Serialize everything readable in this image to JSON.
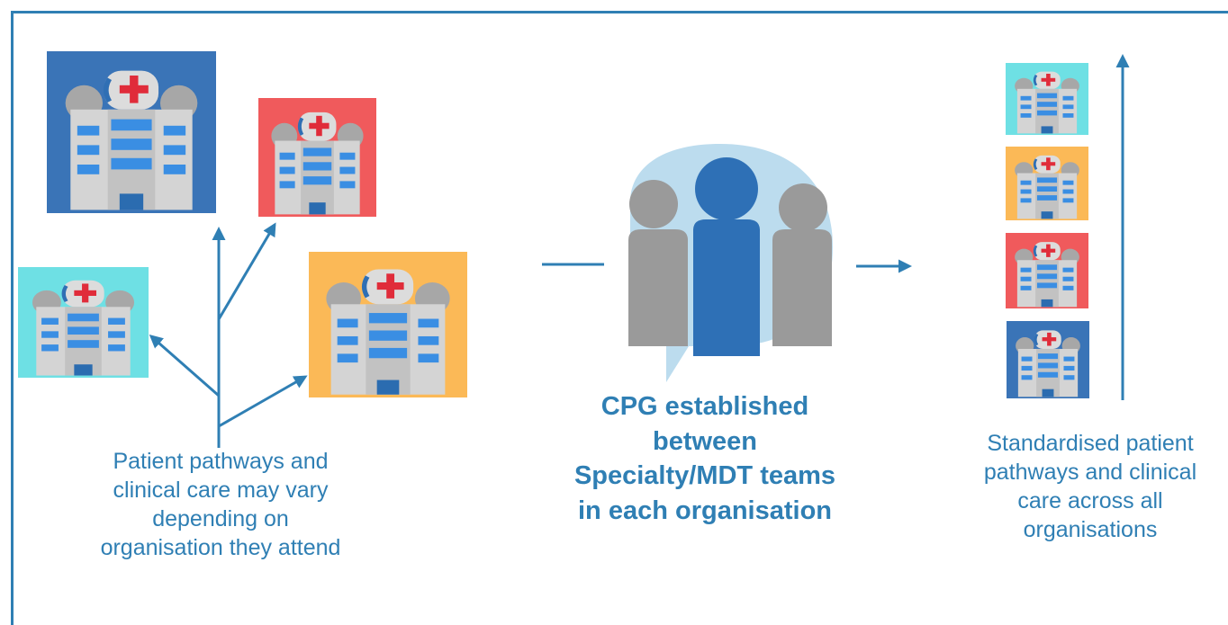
{
  "left": {
    "caption": "Patient pathways and\nclinical care may vary\ndepending on\norganisation they attend"
  },
  "center": {
    "caption": "CPG established\nbetween\nSpecialty/MDT teams\nin each organisation"
  },
  "right": {
    "caption": "Standardised patient\npathways and clinical\ncare across all\norganisations"
  },
  "colors": {
    "accent": "#2f7fb4",
    "blue_bg": "#3a74b7",
    "red_bg": "#f05a5c",
    "orange_bg": "#fbb957",
    "cyan_bg": "#6ee0e4",
    "people_grey": "#9a9a9a",
    "people_blue": "#2e70b6",
    "bubble": "#bcdcee"
  }
}
